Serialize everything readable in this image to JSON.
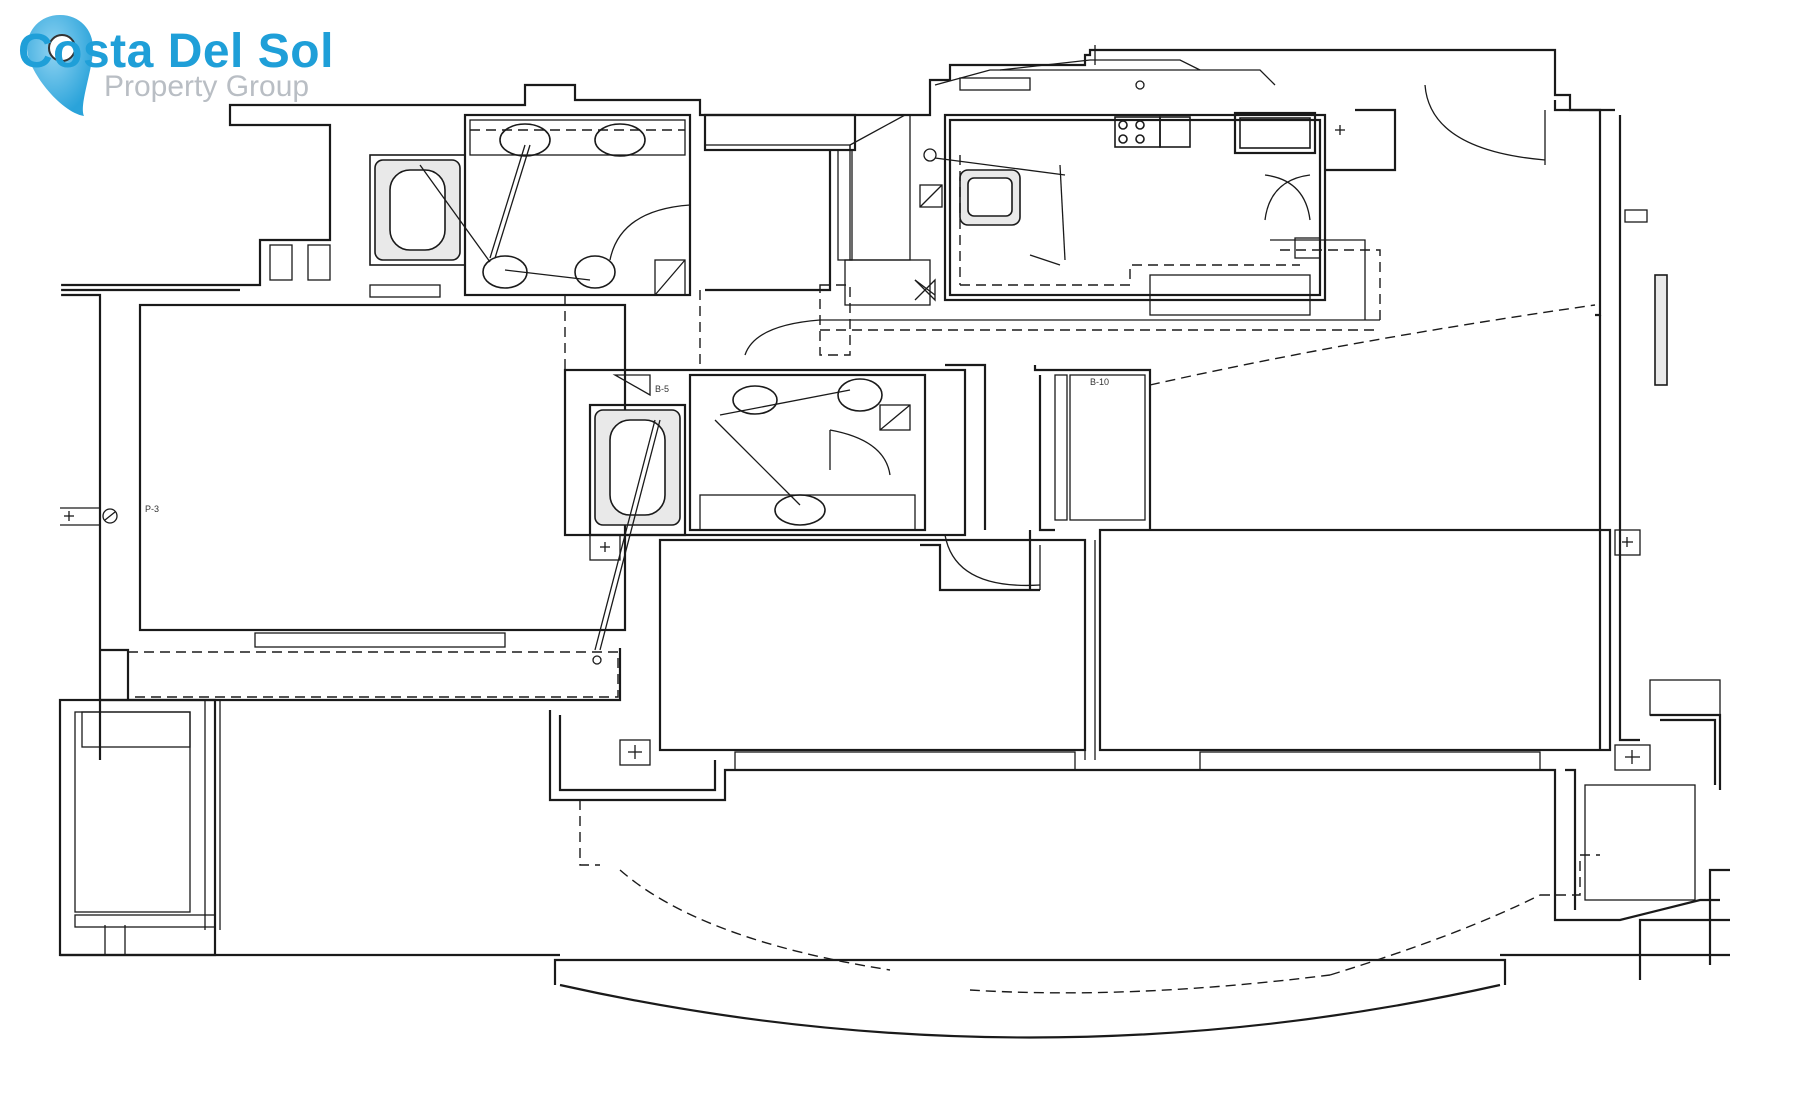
{
  "brand": {
    "name": "Costa Del Sol",
    "tagline": "Property Group",
    "color_primary": "#1f9fd8",
    "color_secondary": "#b9bec4"
  },
  "plan": {
    "labels": [
      "P-3",
      "B-10",
      "B-5"
    ],
    "line_color": "#1a1a1a",
    "background": "#ffffff"
  }
}
